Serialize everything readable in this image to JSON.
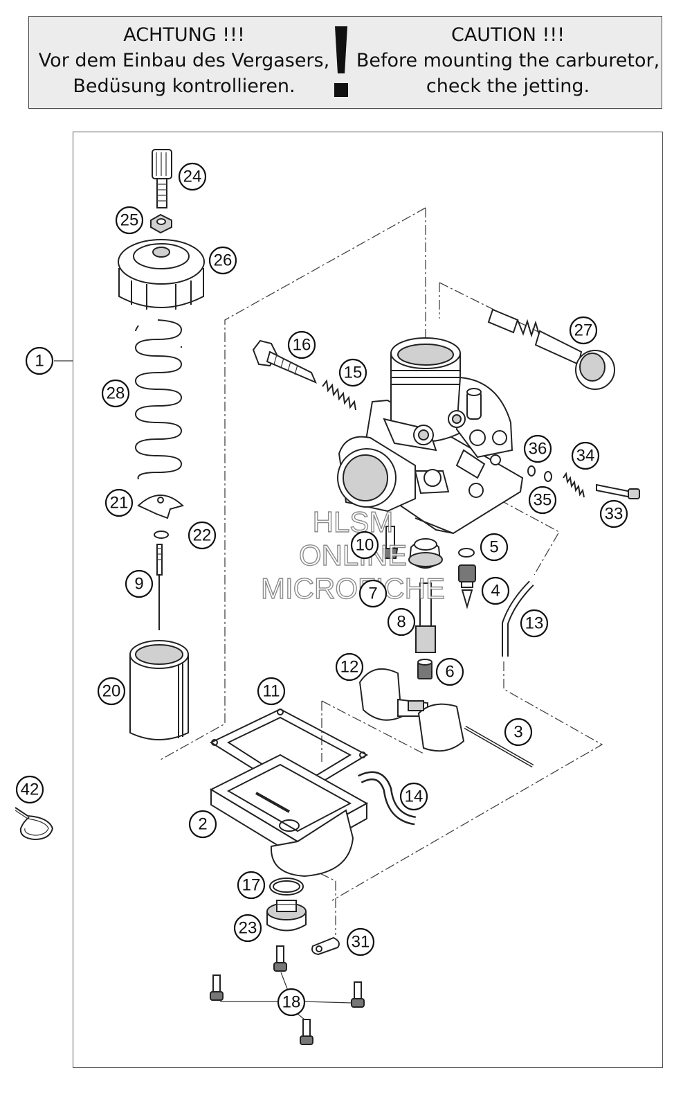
{
  "banner": {
    "german": [
      "ACHTUNG !!!",
      "Vor dem Einbau des Vergasers,",
      "Bedüsung kontrollieren."
    ],
    "english": [
      "CAUTION !!!",
      "Before mounting the carburetor,",
      "check the jetting."
    ]
  },
  "watermark": [
    "HLSM",
    "ONLINE",
    "MICROFICHE"
  ],
  "callouts": {
    "c1": "1",
    "c2": "2",
    "c3": "3",
    "c4": "4",
    "c5": "5",
    "c6": "6",
    "c7": "7",
    "c8": "8",
    "c9": "9",
    "c10": "10",
    "c11": "11",
    "c12": "12",
    "c13": "13",
    "c14": "14",
    "c15": "15",
    "c16": "16",
    "c17": "17",
    "c18": "18",
    "c20": "20",
    "c21": "21",
    "c22": "22",
    "c23": "23",
    "c24": "24",
    "c25": "25",
    "c26": "26",
    "c27": "27",
    "c28": "28",
    "c31": "31",
    "c33": "33",
    "c34": "34",
    "c35": "35",
    "c36": "36",
    "c42": "42"
  }
}
